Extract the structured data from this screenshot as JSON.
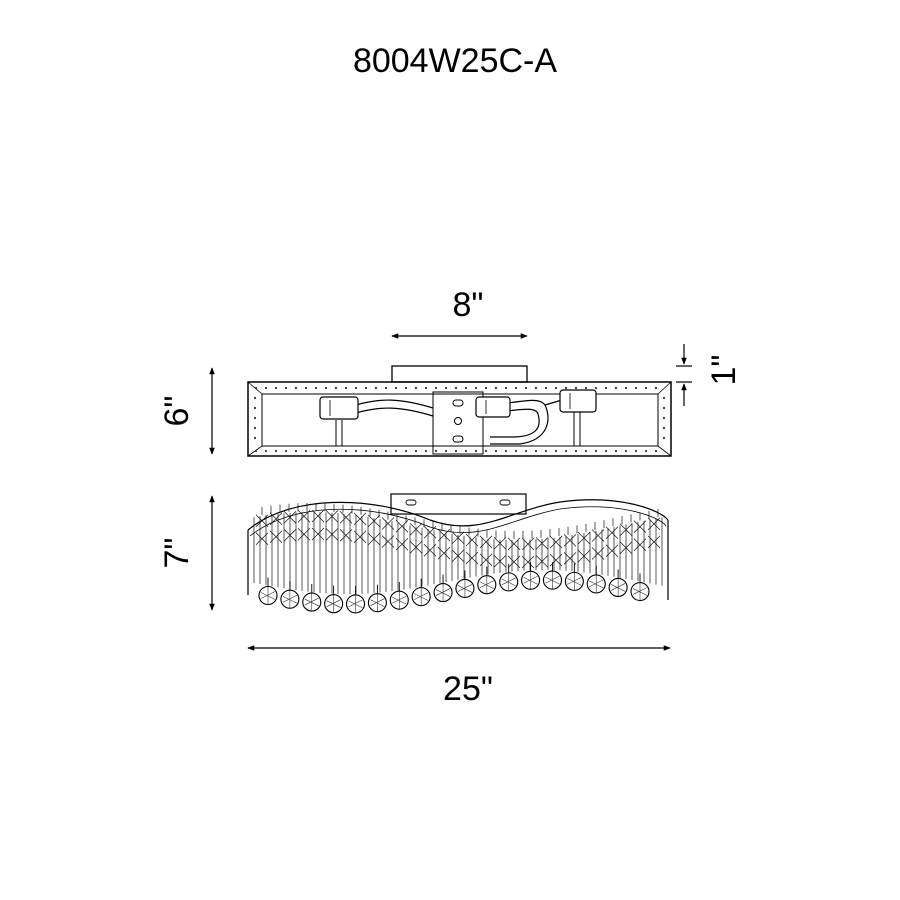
{
  "title": "8004W25C-A",
  "dimensions": {
    "canopy_width": "8\"",
    "canopy_height": "1\"",
    "top_view_depth": "6\"",
    "front_height": "7\"",
    "overall_width": "25\""
  },
  "colors": {
    "line": "#000000",
    "fine_line": "#222222",
    "background": "#ffffff"
  }
}
